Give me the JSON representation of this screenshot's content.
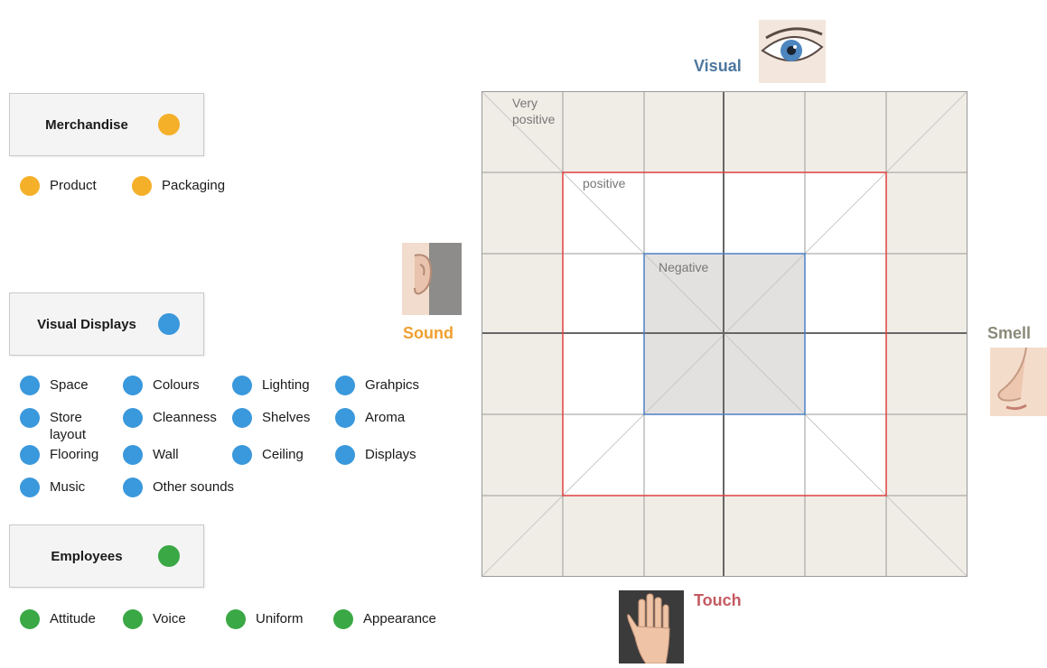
{
  "colors": {
    "merchandise": "#f5b02a",
    "visual_displays": "#3a98dc",
    "employees": "#3aa845",
    "visual_label": "#4e77a0",
    "sound_label": "#f0a030",
    "smell_label": "#8a8a7a",
    "touch_label": "#c45a62",
    "positive_border": "#e04040",
    "negative_border": "#4a80c8",
    "cell_fill": "#f0ede6",
    "center_fill": "#e3e1df"
  },
  "categories": [
    {
      "label": "Merchandise",
      "color_key": "merchandise",
      "items": [
        "Product",
        "Packaging"
      ]
    },
    {
      "label": "Visual Displays",
      "color_key": "visual_displays",
      "items": [
        "Space",
        "Colours",
        "Lighting",
        "Grahpics",
        "Store layout",
        "Cleanness",
        "Shelves",
        "Aroma",
        "Flooring",
        "Wall",
        "Ceiling",
        "Displays",
        "Music",
        "Other sounds"
      ]
    },
    {
      "label": "Employees",
      "color_key": "employees",
      "items": [
        "Attitude",
        "Voice",
        "Uniform",
        "Appearance"
      ]
    }
  ],
  "senses": {
    "visual": "Visual",
    "sound": "Sound",
    "smell": "Smell",
    "touch": "Touch"
  },
  "senses_icons": {
    "visual": "eye-icon",
    "sound": "ear-icon",
    "smell": "nose-icon",
    "touch": "hand-icon"
  },
  "zones": {
    "very_positive": "Very positive",
    "positive": "positive",
    "negative": "Negative"
  }
}
